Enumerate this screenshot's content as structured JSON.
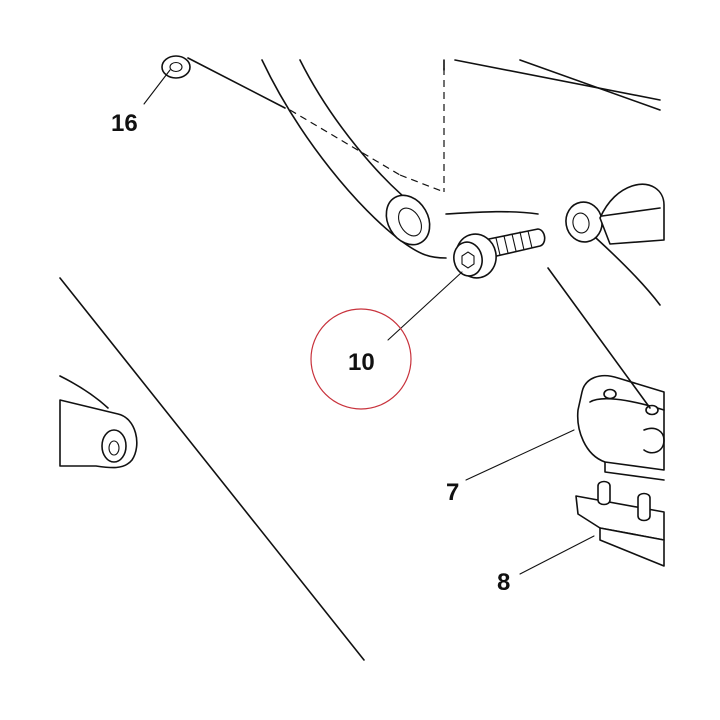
{
  "callouts": {
    "c16": "16",
    "c10": "10",
    "c7": "7",
    "c8": "8"
  },
  "highlight": {
    "target": "10",
    "color": "#c8323c"
  }
}
